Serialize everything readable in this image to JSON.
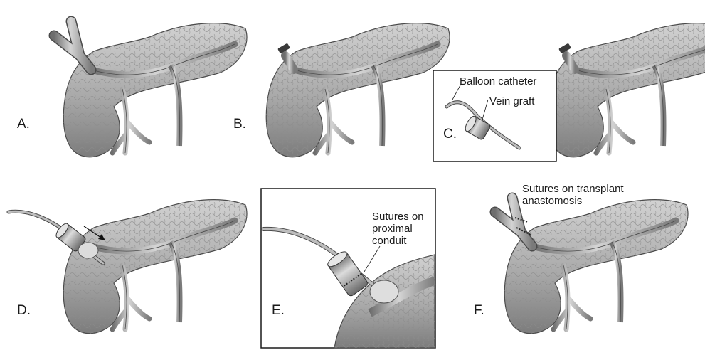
{
  "panels": {
    "a": {
      "label": "A."
    },
    "b": {
      "label": "B."
    },
    "c": {
      "label": "C.",
      "catheter_note": "Balloon catheter",
      "graft_note": "Vein graft"
    },
    "d": {
      "label": "D."
    },
    "e": {
      "label": "E.",
      "note_line1": "Sutures on",
      "note_line2": "proximal",
      "note_line3": "conduit"
    },
    "f": {
      "label": "F.",
      "note_line1": "Sutures on transplant",
      "note_line2": "anastomosis"
    }
  }
}
